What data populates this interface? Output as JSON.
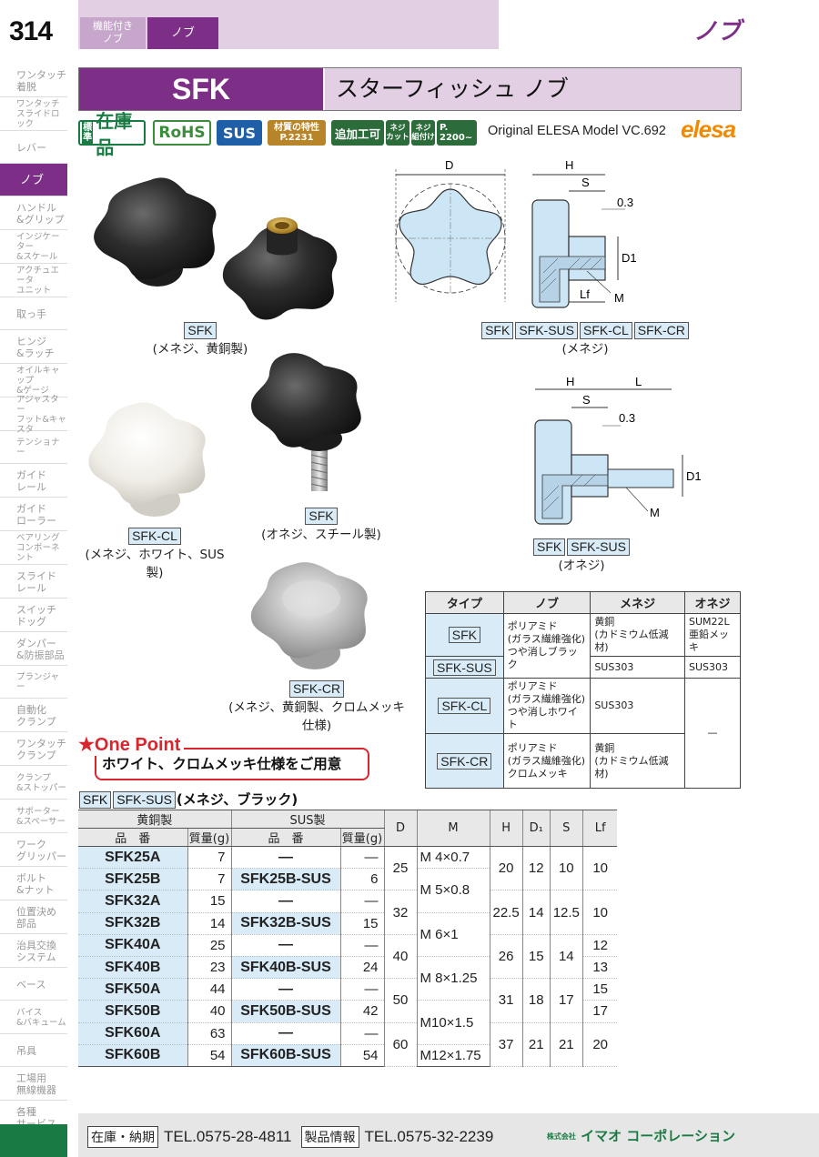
{
  "header": {
    "page_number": "314",
    "breadcrumb_parent_line1": "機能付き",
    "breadcrumb_parent_line2": "ノブ",
    "breadcrumb_current": "ノブ",
    "category": "ノブ"
  },
  "sidebar": {
    "items": [
      {
        "line1": "ワンタッチ",
        "line2": "着脱",
        "small": false
      },
      {
        "line1": "ワンタッチ",
        "line2": "スライドロック",
        "small": true
      },
      {
        "line1": "レバー",
        "line2": "",
        "small": false
      },
      {
        "line1": "ノブ",
        "line2": "",
        "small": false,
        "active": true
      },
      {
        "line1": "ハンドル",
        "line2": "&グリップ",
        "small": false
      },
      {
        "line1": "インジケーター",
        "line2": "&スケール",
        "small": true
      },
      {
        "line1": "アクチュエータ",
        "line2": "ユニット",
        "small": true
      },
      {
        "line1": "取っ手",
        "line2": "",
        "small": false
      },
      {
        "line1": "ヒンジ",
        "line2": "&ラッチ",
        "small": false
      },
      {
        "line1": "オイルキャップ",
        "line2": "&ゲージ",
        "small": true
      },
      {
        "line1": "アジャスター",
        "line2": "フット&キャスタ",
        "small": true
      },
      {
        "line1": "テンショナー",
        "line2": "",
        "small": true
      },
      {
        "line1": "ガイド",
        "line2": "レール",
        "small": false
      },
      {
        "line1": "ガイド",
        "line2": "ローラー",
        "small": false
      },
      {
        "line1": "ベアリング",
        "line2": "コンポーネント",
        "small": true
      },
      {
        "line1": "スライド",
        "line2": "レール",
        "small": false
      },
      {
        "line1": "スイッチ",
        "line2": "ドッグ",
        "small": false
      },
      {
        "line1": "ダンパー",
        "line2": "&防振部品",
        "small": false
      },
      {
        "line1": "プランジャー",
        "line2": "",
        "small": true
      },
      {
        "line1": "自動化",
        "line2": "クランプ",
        "small": false
      },
      {
        "line1": "ワンタッチ",
        "line2": "クランプ",
        "small": false
      },
      {
        "line1": "クランプ",
        "line2": "&ストッパー",
        "small": true
      },
      {
        "line1": "サポーター",
        "line2": "&スペーサー",
        "small": true
      },
      {
        "line1": "ワーク",
        "line2": "グリッパー",
        "small": false
      },
      {
        "line1": "ボルト",
        "line2": "&ナット",
        "small": false
      },
      {
        "line1": "位置決め",
        "line2": "部品",
        "small": false
      },
      {
        "line1": "治具交換",
        "line2": "システム",
        "small": false
      },
      {
        "line1": "ベース",
        "line2": "",
        "small": false
      },
      {
        "line1": "バイス",
        "line2": "&バキューム",
        "small": true
      },
      {
        "line1": "吊具",
        "line2": "",
        "small": false
      },
      {
        "line1": "工場用",
        "line2": "無線機器",
        "small": false
      },
      {
        "line1": "各種",
        "line2": "サービス",
        "small": false
      }
    ]
  },
  "title": {
    "code": "SFK",
    "name": "スターフィッシュ ノブ"
  },
  "badges": {
    "stock_std": "標準",
    "stock": "在庫品",
    "rohs": "RoHS",
    "sus": "SUS",
    "material_line1": "材質の特性",
    "material_line2": "P.2231",
    "additional": "追加工可",
    "thread_cut_1": "ネジ",
    "thread_cut_2": "カット",
    "thread_set_1": "ネジ",
    "thread_set_2": "組付け",
    "page_1": "P.",
    "page_2": "2200~"
  },
  "original": "Original ELESA Model VC.692",
  "brand": "elesa",
  "photos": {
    "p1_tag": "SFK",
    "p1_desc": "(メネジ、黄銅製)",
    "p2_tag": "SFK",
    "p2_desc": "(オネジ、スチール製)",
    "p3_tag": "SFK-CL",
    "p3_desc": "(メネジ、ホワイト、SUS製)",
    "p4_tag": "SFK-CR",
    "p4_desc": "(メネジ、黄銅製、クロムメッキ仕様)"
  },
  "drawings": {
    "d1_tags": [
      "SFK",
      "SFK-SUS",
      "SFK-CL",
      "SFK-CR"
    ],
    "d1_desc": "(メネジ)",
    "d2_tags": [
      "SFK",
      "SFK-SUS"
    ],
    "d2_desc": "(オネジ)",
    "labels": {
      "D": "D",
      "H": "H",
      "S": "S",
      "gap": "0.3",
      "D1": "D1",
      "Lf": "Lf",
      "M": "M",
      "L": "L"
    }
  },
  "material_table": {
    "headers": [
      "タイプ",
      "ノブ",
      "メネジ",
      "オネジ"
    ],
    "rows": [
      {
        "type": "SFK",
        "knob": [
          "ポリアミド",
          "(ガラス繊維強化)",
          "つや消しブラック"
        ],
        "female": [
          "黄銅",
          "(カドミウム低減材)"
        ],
        "male": [
          "SUM22L",
          "亜鉛メッキ"
        ]
      },
      {
        "type": "SFK-SUS",
        "knob": [],
        "female": [
          "SUS303"
        ],
        "male": [
          "SUS303"
        ]
      },
      {
        "type": "SFK-CL",
        "knob": [
          "ポリアミド",
          "(ガラス繊維強化)",
          "つや消しホワイト"
        ],
        "female": [
          "SUS303"
        ],
        "male": [
          "—"
        ]
      },
      {
        "type": "SFK-CR",
        "knob": [
          "ポリアミド",
          "(ガラス繊維強化)",
          "クロムメッキ"
        ],
        "female": [
          "黄銅",
          "(カドミウム低減材)"
        ],
        "male": []
      }
    ]
  },
  "one_point": {
    "title": "★One Point",
    "text": "ホワイト、クロムメッキ仕様をご用意"
  },
  "spec": {
    "tag1": "SFK",
    "tag2": "SFK-SUS",
    "title_suffix": "(メネジ、ブラック)",
    "group_brass": "黄銅製",
    "group_sus": "SUS製",
    "col_part": "品　番",
    "col_mass": "質量(g)",
    "col_D": "D",
    "col_M": "M",
    "col_H": "H",
    "col_D1": "D₁",
    "col_S": "S",
    "col_Lf": "Lf",
    "rows": [
      {
        "brass": "SFK25A",
        "bm": "7",
        "sus": "—",
        "sm": "—"
      },
      {
        "brass": "SFK25B",
        "bm": "7",
        "sus": "SFK25B-SUS",
        "sm": "6"
      },
      {
        "brass": "SFK32A",
        "bm": "15",
        "sus": "—",
        "sm": "—"
      },
      {
        "brass": "SFK32B",
        "bm": "14",
        "sus": "SFK32B-SUS",
        "sm": "15"
      },
      {
        "brass": "SFK40A",
        "bm": "25",
        "sus": "—",
        "sm": "—"
      },
      {
        "brass": "SFK40B",
        "bm": "23",
        "sus": "SFK40B-SUS",
        "sm": "24"
      },
      {
        "brass": "SFK50A",
        "bm": "44",
        "sus": "—",
        "sm": "—"
      },
      {
        "brass": "SFK50B",
        "bm": "40",
        "sus": "SFK50B-SUS",
        "sm": "42"
      },
      {
        "brass": "SFK60A",
        "bm": "63",
        "sus": "—",
        "sm": "—"
      },
      {
        "brass": "SFK60B",
        "bm": "54",
        "sus": "SFK60B-SUS",
        "sm": "54"
      }
    ],
    "D": [
      "25",
      "32",
      "40",
      "50",
      "60"
    ],
    "M": [
      "M 4×0.7",
      "M 5×0.8",
      "M 6×1",
      "M 8×1.25",
      "M10×1.5",
      "M12×1.75"
    ],
    "H": [
      "20",
      "22.5",
      "26",
      "31",
      "37"
    ],
    "D1": [
      "12",
      "14",
      "15",
      "18",
      "21"
    ],
    "S": [
      "10",
      "12.5",
      "14",
      "17",
      "21"
    ],
    "Lf": [
      "10",
      "10",
      "12",
      "13",
      "15",
      "17",
      "20"
    ]
  },
  "footer": {
    "label1": "在庫・納期",
    "tel1": "TEL.0575-28-4811",
    "label2": "製品情報",
    "tel2": "TEL.0575-32-2239",
    "corp_prefix": "株式会社",
    "corp": "イマオ コーポレーション"
  }
}
